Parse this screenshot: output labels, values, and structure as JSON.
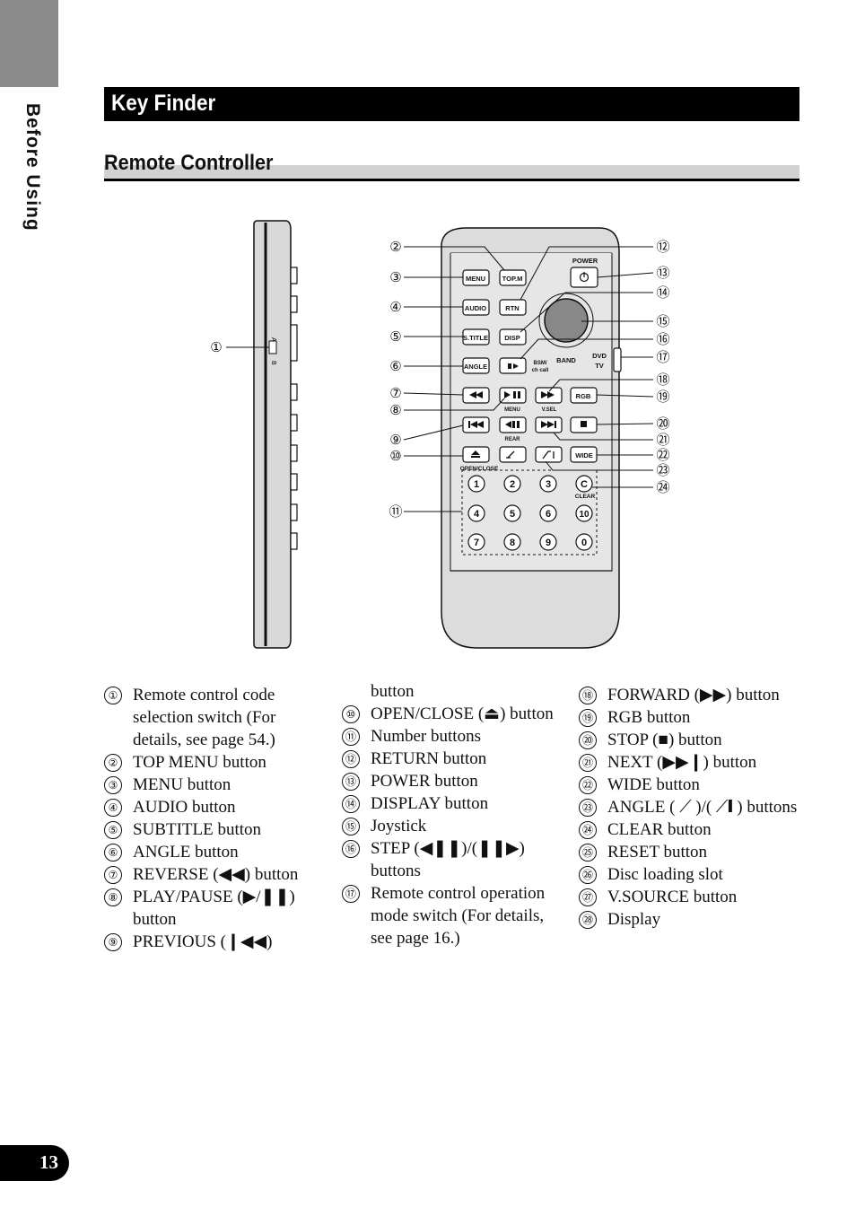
{
  "side_tab": {
    "label": "Before Using"
  },
  "header": {
    "title": "Key Finder"
  },
  "section": {
    "title": "Remote Controller"
  },
  "remote": {
    "labels": {
      "top_menu": "TOP.M",
      "menu": "MENU",
      "return": "RTN",
      "power": "POWER",
      "audio": "AUDIO",
      "subtitle": "S.TITLE",
      "display": "DISP",
      "angle": "ANGLE",
      "band": "BAND",
      "dvd": "DVD",
      "tv": "TV",
      "rgb": "RGB",
      "wide": "WIDE",
      "clear": "CLEAR",
      "open_close": "OPEN/CLOSE",
      "menu_small": "MENU",
      "vsel": "V.SEL",
      "rear": "REAR",
      "bsm": "BSM/",
      "ch_call": "ch call",
      "switch_a": "A",
      "switch_b": "B",
      "clear_key": "C"
    },
    "number_keys": [
      "1",
      "2",
      "3",
      "4",
      "5",
      "6",
      "10",
      "7",
      "8",
      "9",
      "0"
    ]
  },
  "callouts": [
    "①",
    "②",
    "③",
    "④",
    "⑤",
    "⑥",
    "⑦",
    "⑧",
    "⑨",
    "⑩",
    "⑪",
    "⑫",
    "⑬",
    "⑭",
    "⑮",
    "⑯",
    "⑰",
    "⑱",
    "⑲",
    "⑳",
    "㉑",
    "㉒",
    "㉓",
    "㉔"
  ],
  "columns": [
    [
      {
        "n": "①",
        "t": "Remote control code selection switch (For details, see page 54.)"
      },
      {
        "n": "②",
        "t": "TOP MENU button"
      },
      {
        "n": "③",
        "t": "MENU button"
      },
      {
        "n": "④",
        "t": "AUDIO button"
      },
      {
        "n": "⑤",
        "t": "SUBTITLE button"
      },
      {
        "n": "⑥",
        "t": "ANGLE button"
      },
      {
        "n": "⑦",
        "t": "REVERSE (◀◀) button"
      },
      {
        "n": "⑧",
        "t": "PLAY/PAUSE (▶/❚❚) button"
      },
      {
        "n": "⑨",
        "t": "PREVIOUS (❙◀◀)"
      }
    ],
    [
      {
        "n": "",
        "t": "button"
      },
      {
        "n": "⑩",
        "t": "OPEN/CLOSE (⏏) button"
      },
      {
        "n": "⑪",
        "t": "Number buttons"
      },
      {
        "n": "⑫",
        "t": "RETURN button"
      },
      {
        "n": "⑬",
        "t": "POWER button"
      },
      {
        "n": "⑭",
        "t": "DISPLAY button"
      },
      {
        "n": "⑮",
        "t": "Joystick"
      },
      {
        "n": "⑯",
        "t": "STEP (◀❚❚)/(❚❚▶) buttons"
      },
      {
        "n": "⑰",
        "t": "Remote control operation mode switch (For details, see page 16.)"
      }
    ],
    [
      {
        "n": "⑱",
        "t": "FORWARD (▶▶) button"
      },
      {
        "n": "⑲",
        "t": "RGB button"
      },
      {
        "n": "⑳",
        "t": "STOP (■) button"
      },
      {
        "n": "㉑",
        "t": "NEXT (▶▶❙) button"
      },
      {
        "n": "㉒",
        "t": "WIDE button"
      },
      {
        "n": "㉓",
        "t": "ANGLE ( ⟋ )/( ⟋❙ ) buttons"
      },
      {
        "n": "㉔",
        "t": "CLEAR button"
      },
      {
        "n": "㉕",
        "t": "RESET button"
      },
      {
        "n": "㉖",
        "t": "Disc loading slot"
      },
      {
        "n": "㉗",
        "t": "V.SOURCE button"
      },
      {
        "n": "㉘",
        "t": "Display"
      }
    ]
  ],
  "page_number": "13"
}
